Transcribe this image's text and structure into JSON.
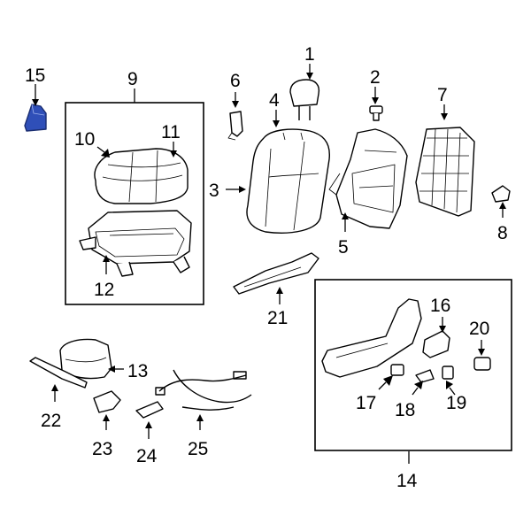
{
  "diagram": {
    "callouts": {
      "c1": "1",
      "c2": "2",
      "c3": "3",
      "c4": "4",
      "c5": "5",
      "c6": "6",
      "c7": "7",
      "c8": "8",
      "c9": "9",
      "c10": "10",
      "c11": "11",
      "c12": "12",
      "c13": "13",
      "c14": "14",
      "c15": "15",
      "c16": "16",
      "c17": "17",
      "c18": "18",
      "c19": "19",
      "c20": "20",
      "c21": "21",
      "c22": "22",
      "c23": "23",
      "c24": "24",
      "c25": "25"
    },
    "colors": {
      "highlight": "#2f4fb8",
      "line": "#000000",
      "background": "#ffffff"
    }
  }
}
